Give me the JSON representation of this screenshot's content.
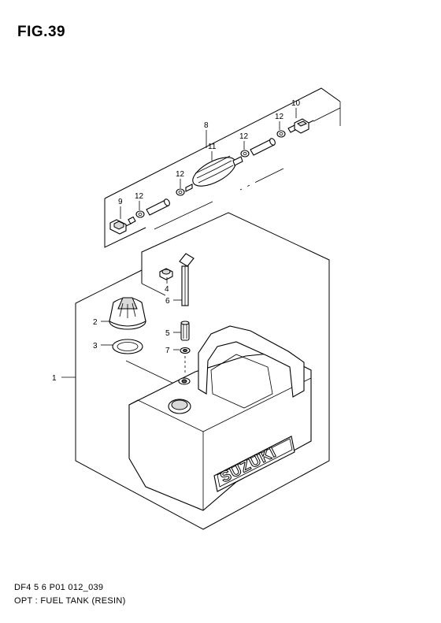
{
  "figure": {
    "title": "FIG.39"
  },
  "caption": {
    "code": "DF4 5 6 P01 012_039",
    "description": "OPT : FUEL TANK (RESIN)"
  },
  "tank_brand": "SUZUKI",
  "callouts": [
    {
      "id": "p1",
      "number": "1"
    },
    {
      "id": "p2",
      "number": "2"
    },
    {
      "id": "p3",
      "number": "3"
    },
    {
      "id": "p4",
      "number": "4"
    },
    {
      "id": "p5",
      "number": "5"
    },
    {
      "id": "p6",
      "number": "6"
    },
    {
      "id": "p7",
      "number": "7"
    },
    {
      "id": "p8",
      "number": "8"
    },
    {
      "id": "p9",
      "number": "9"
    },
    {
      "id": "p10",
      "number": "10"
    },
    {
      "id": "p11",
      "number": "11"
    },
    {
      "id": "p12a",
      "number": "12"
    },
    {
      "id": "p12b",
      "number": "12"
    },
    {
      "id": "p12c",
      "number": "12"
    },
    {
      "id": "p12d",
      "number": "12"
    }
  ]
}
